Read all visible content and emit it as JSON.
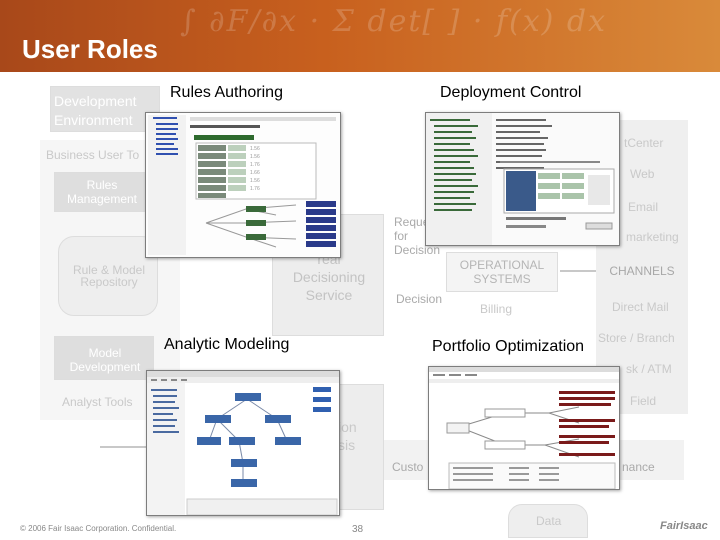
{
  "header": {
    "title": "User Roles"
  },
  "background": {
    "development_environment": "Development Environment",
    "business_user_tools": "Business User To",
    "rules_management": "Rules Management",
    "rule_model_repository": "Rule & Model Repository",
    "model_development": "Model Development",
    "analyst_tools": "Analyst Tools",
    "decisioning_service": "real Decisioning Service",
    "request_for_decision": "Reque for Decision",
    "decision": "Decision",
    "operational_systems": "OPERATIONAL SYSTEMS",
    "billing": "Billing",
    "channels": "CHANNELS",
    "channel_items": [
      "tCenter",
      "Web",
      "Email",
      "marketing",
      "Direct Mail",
      "Store / Branch",
      "sk / ATM",
      "Field"
    ],
    "analysis": "ion sis",
    "customer": "Custo",
    "performance": "nance",
    "data": "Data"
  },
  "captions": {
    "rules_authoring": "Rules Authoring",
    "deployment_control": "Deployment Control",
    "analytic_modeling": "Analytic Modeling",
    "portfolio_optimization": "Portfolio Optimization"
  },
  "footer": {
    "copyright": "© 2006 Fair Isaac Corporation. Confidential.",
    "page": "38",
    "logo": "FairIsaac"
  },
  "colors": {
    "banner": "#c8601e",
    "green": "#2e6a2e",
    "blue": "#2a4a9a"
  }
}
